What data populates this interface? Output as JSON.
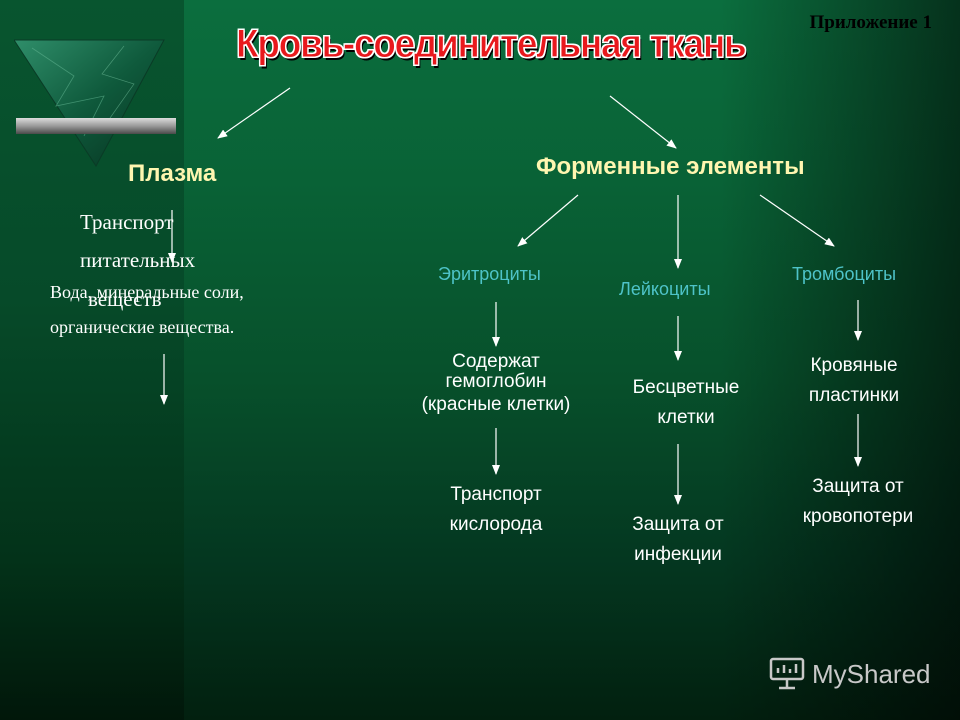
{
  "appendix_label": "Приложение 1",
  "title": "Кровь-соединительная ткань",
  "plasma": {
    "heading": "Плазма",
    "transport_lines": [
      "Транспорт",
      "питательных",
      "веществ"
    ],
    "composition_lines": [
      "Вода, минеральные соли,",
      "органические вещества."
    ]
  },
  "formed_elements": {
    "heading": "Форменные элементы",
    "erythrocytes": {
      "label": "Эритроциты",
      "feature_lines": [
        "Содержат",
        "гемоглобин",
        "(красные клетки)"
      ],
      "function_lines": [
        "Транспорт",
        "кислорода"
      ]
    },
    "leukocytes": {
      "label": "Лейкоциты",
      "feature_lines": [
        "Бесцветные",
        "клетки"
      ],
      "function_lines": [
        "Защита от",
        "инфекции"
      ]
    },
    "thrombocytes": {
      "label": "Тромбоциты",
      "feature_lines": [
        "Кровяные",
        "пластинки"
      ],
      "function_lines": [
        "Защита от",
        "кровопотери"
      ]
    }
  },
  "watermark": {
    "text": "MyShared",
    "icon": "projector-screen-icon"
  },
  "colors": {
    "background": "#08552f",
    "title_red": "#e8191d",
    "heading_yellow": "#fff6b0",
    "subheading_cyan": "#4ec3c8"
  }
}
